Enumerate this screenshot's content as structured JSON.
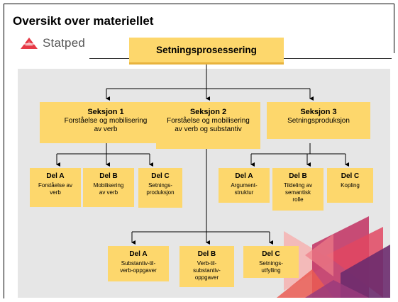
{
  "slide": {
    "title": "Oversikt over materiellet"
  },
  "logo": {
    "text": "Statped",
    "icon": "statped-triangle-logo"
  },
  "colors": {
    "box_fill": "#fdd76c",
    "panel": "#e6e6e6",
    "accent_red": "#e84a5f",
    "accent_purple": "#6c2b6e"
  },
  "root": {
    "label": "Setningsprosessering"
  },
  "sections": [
    {
      "title": "Seksjon 1",
      "body": "Forståelse og mobilisering\nav verb",
      "parts": [
        {
          "title": "Del A",
          "body": "Forståelse av\nverb"
        },
        {
          "title": "Del B",
          "body": "Mobilisering\nav verb"
        },
        {
          "title": "Del C",
          "body": "Setnings-\nproduksjon"
        }
      ]
    },
    {
      "title": "Seksjon 2",
      "body": "Forståelse og mobilisering\nav verb og substantiv",
      "parts": [
        {
          "title": "Del A",
          "body": "Substantiv-til-\nverb-oppgaver"
        },
        {
          "title": "Del B",
          "body": "Verb-til-\nsubstantiv-\noppgaver"
        },
        {
          "title": "Del C",
          "body": "Setnings-\nutfylling"
        }
      ]
    },
    {
      "title": "Seksjon 3",
      "body": "Setningsproduksjon",
      "parts": [
        {
          "title": "Del A",
          "body": "Argument-\nstruktur"
        },
        {
          "title": "Del B",
          "body": "Tildeling av\nsemantisk\nrolle"
        },
        {
          "title": "Del C",
          "body": "Kopling"
        }
      ]
    }
  ]
}
